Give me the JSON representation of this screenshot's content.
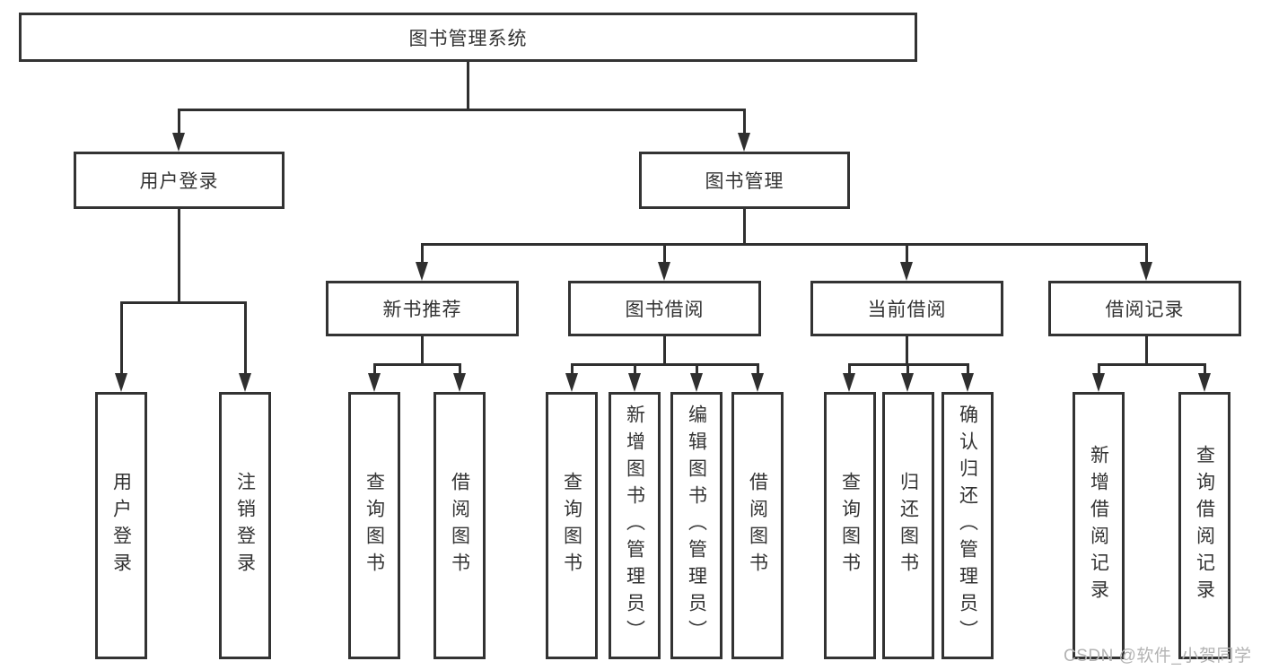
{
  "diagram": {
    "nodes": {
      "root": "图书管理系统",
      "user_login": "用户登录",
      "book_mgmt": "图书管理",
      "new_book_rec": "新书推荐",
      "book_borrow": "图书借阅",
      "current_borrow": "当前借阅",
      "borrow_record": "借阅记录",
      "login": "用户登录",
      "logout": "注销登录",
      "nb_query": "查询图书",
      "nb_borrow": "借阅图书",
      "bb_query": "查询图书",
      "bb_add": "新增图书（管理员）",
      "bb_edit": "编辑图书（管理员）",
      "bb_borrow": "借阅图书",
      "cb_query": "查询图书",
      "cb_return": "归还图书",
      "cb_confirm": "确认归还（管理员）",
      "br_add": "新增借阅记录",
      "br_query": "查询借阅记录"
    },
    "hierarchy": {
      "图书管理系统": {
        "用户登录": [
          "用户登录",
          "注销登录"
        ],
        "图书管理": {
          "新书推荐": [
            "查询图书",
            "借阅图书"
          ],
          "图书借阅": [
            "查询图书",
            "新增图书（管理员）",
            "编辑图书（管理员）",
            "借阅图书"
          ],
          "当前借阅": [
            "查询图书",
            "归还图书",
            "确认归还（管理员）"
          ],
          "借阅记录": [
            "新增借阅记录",
            "查询借阅记录"
          ]
        }
      }
    },
    "watermark": "CSDN @软件_小贺同学",
    "colors": {
      "line": "#2f2f2f",
      "border": "#333333",
      "text": "#333333",
      "background": "#ffffff",
      "watermark": "#b3b3b3"
    }
  }
}
